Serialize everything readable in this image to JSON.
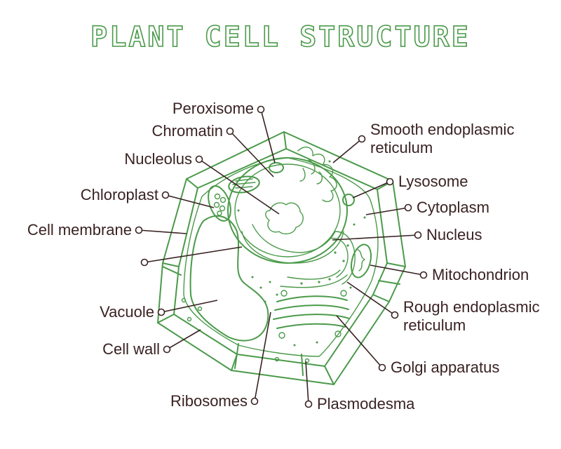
{
  "title": "PLANT CELL STRUCTURE",
  "labels": {
    "peroxisome": "Peroxisome",
    "chromatin": "Chromatin",
    "nucleolus": "Nucleolus",
    "chloroplast": "Chloroplast",
    "cell_membrane": "Cell membrane",
    "vacuole": "Vacuole",
    "cell_wall": "Cell wall",
    "ribosomes": "Ribosomes",
    "plasmodesma": "Plasmodesma",
    "smooth_er_1": "Smooth endoplasmic",
    "smooth_er_2": "reticulum",
    "lysosome": "Lysosome",
    "cytoplasm": "Cytoplasm",
    "nucleus": "Nucleus",
    "mitochondrion": "Mitochondrion",
    "rough_er_1": "Rough endoplasmic",
    "rough_er_2": "reticulum",
    "golgi": "Golgi apparatus"
  },
  "colors": {
    "cell_outline": "#4a9a4a",
    "label_text": "#3a2222"
  }
}
